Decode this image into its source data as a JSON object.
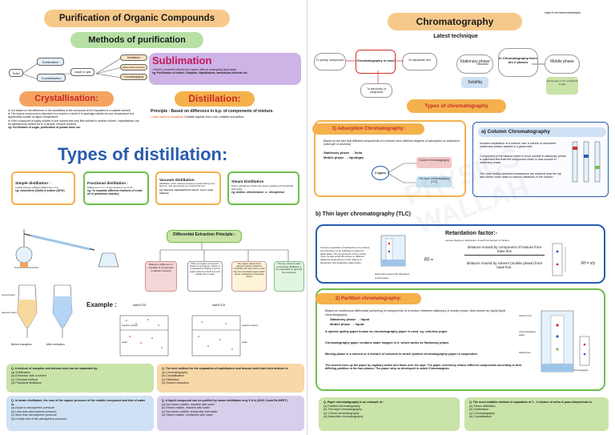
{
  "left": {
    "title": "Purification of Organic Compounds",
    "subtitle": "Methods of purification",
    "mindmap": {
      "center": "Solid",
      "top": "Sublimation",
      "bottom": "Crystallisation",
      "middle": "Liquid or gas",
      "right_items": [
        "Distillation",
        "Differential extraction",
        "Chromatography"
      ]
    },
    "sublimation": {
      "title": "Sublimation",
      "line1": "• Solid is converted directly into vapour without undergoing liquid state.",
      "line2": "eg: Purification of iodine, Camphor, Naphthalene, ammonium chloride etc."
    },
    "crystallisation": {
      "title": "Crystallisation:",
      "points": [
        "➤ It is based on the difference in the solubilities of the compound & the impurities in a suitable solvent.",
        "➤ The impure compound is dissolved in a solvent in which it is sparingly soluble at room temperature but appreciably soluble at higher temperature.",
        "➤ If the compound is highly soluble in one solvent and very little soluble in another solvent, crystallisation can be satisfactorily carried out in a mixture of these solvents.",
        "eg: Purification of sugar, purification of potash alum etc."
      ]
    },
    "distillation": {
      "title": "Distillation:",
      "principle": "Principle : Based on difference in b.p. of components of mixture.",
      "note": "• Also used to separate",
      "note2": "Volatile liquids from non-volatile impurities"
    },
    "types_title": "Types of distillation:",
    "types": [
      {
        "name": "Simple distillation :",
        "desc": "Liquids having sufficient difference in b.p.",
        "eg": "eg: chloroform (334K) & aniline (457K)"
      },
      {
        "name": "Fractional distillation :",
        "desc": "Difference in b.p. of two liquids is not much",
        "eg": "eg: To separate different fractions of crude oil in petroleum industry"
      },
      {
        "name": "Vacuum distillation",
        "desc": "(distillation under reduced pressure) Liquids having very high b.p. and decompose at or below their b.p.",
        "eg": "eg: Glycerol separated from spent - lye in soap industry"
      },
      {
        "name": "Steam Distillation",
        "desc": "Purify substances which are steam volatile and immiscible with water",
        "eg": "eg: Aniline, nitrobenzene, o - nitrophenol"
      }
    ],
    "diff_extraction": {
      "title": "Differential Extraction Principle:-",
      "nodes": [
        "Based on difference in solubility of compounds in different solvents",
        "When an organic compound is present in an aqueous medium, it is separated by shaking it with an organic solvent in which it is more soluble than in water",
        "The organic solvent & the aqueous solution should be immiscible with each other so that they form two distinct layers which can be separated by separating funnel",
        "The org. solvent is later removed by distillation or by evaporation to get back the compound"
      ]
    },
    "example": {
      "label": "Example :",
      "reagent1": "NaHCO3",
      "reagent2": "NaHCO3",
      "phase1": "organic  solvent",
      "phase2": "water",
      "phase3": "organic  solvent",
      "phase4": "water"
    },
    "funnel": {
      "solvent": "solvent layer",
      "aqueous": "aqueous layer",
      "before": "Before extraction",
      "after": "After extraction"
    },
    "questions": [
      {
        "q": "Q. A mixture of camphor and benzoic acid can be separated by:",
        "opts": [
          "(a) Sublimation",
          "(b) Extraction with a solvent",
          "(c) Chemical method",
          "(d) Fractional distillation"
        ]
      },
      {
        "q": "Q. The best method for the separation of naphthalene and benzoic acid from their mixture is:",
        "opts": [
          "(a) Chromatography",
          "(b) Crystallisation",
          "(c) Distillation",
          "(d) Solvent extraction"
        ]
      },
      {
        "q": "Q. In steam distillation, the sum of the vapour pressure of the volatile compound and that of water is:",
        "opts": [
          "(a) Equal to atmospheric pressure",
          "(b) Less than atmospheric pressure",
          "(c) More than atmospheric pressure",
          "(d) Exactly half of the atmospheric pressure"
        ]
      },
      {
        "q": "Q. A liquid compound can be purified by steam distillation only if it is (2020 Covid Re-NEET)",
        "opts": [
          "(a) Not steam volatile, miscible with water",
          "(b) Steam volatile, miscible with water",
          "(c) Not steam volatile, immiscible with water",
          "(d) Steam volatile, immiscible with water"
        ]
      }
    ]
  },
  "right": {
    "url": "https://t.me/neetmedicalhelper",
    "title": "Chromatography",
    "subtitle": "Latest technique",
    "flow": {
      "left": "To purify compound",
      "center": "Chromatography is used",
      "right": "To separate mix",
      "bottom": "To test purity of compound"
    },
    "phases": {
      "stationary": "Stationary phase",
      "center": "In Chromatography there are 2 phases",
      "mobile": "Mobile phase",
      "solid": "Solid/liq",
      "mobile_note": "can be gas or mix of solvents or gas"
    },
    "types_title": "Types of chromatography",
    "adsorption": {
      "title": "1) Adsorption Chromatography:",
      "desc": "Based on the fact that different components of a mixture have different degrees of adsorption on adsorbent (silica gel or alumina)",
      "stationary": "Stationary phase → Solid",
      "mobile": "Mobile phase → liquid/gas",
      "types": "2 types",
      "t1": "Column Chromatography",
      "t2": "Thin layer Chromatography (TLC)"
    },
    "column": {
      "title": "a) Column Chromatography",
      "points": [
        "Involves separation of a mixture over a column of adsorbent (stationary phase) packed in a glass tube.",
        "Component of the mixture which is more soluble in stationary phase is adsorbed first than the component which is less soluble in stationary phase.",
        "The most readily adsorbed substances are retained near the top and others come down to various distances in the column"
      ]
    },
    "tlc": {
      "title": "b) Thin layer chromatography (TLC)",
      "desc": "Involves separation of substances of a mixture over thin layer of an adsorbent coated on glass plate. The components of the mixture move up along with the eluent to different distances depending on their degree of adsorption and separation takes place.",
      "plate": "glass plate (coated with adsorbent)",
      "solvent": "solvent phase"
    },
    "retardation": {
      "title": "Retardation factor:-",
      "desc": "express degree of adsorption of each Component of mixture",
      "rf": "Rf =",
      "num": "distance moved by component of mixture from base line",
      "den": "distance moved by solvent (mobile phase) from base line.",
      "formula": "Rf = x/y"
    },
    "partition": {
      "title": "2) Partition chromatography:",
      "points": [
        "Based on continuous differential portioning of components of a mixture between stationary & mobile phase. Also known as liquid-liquid chromatography",
        "A special quality paper known as chromatography paper is used. eg: cellulose paper",
        "Chromatography paper contains water trapped in it, which works as Stationary phase.",
        "Moving phase is a solvent or a mixture of solvents in which spotted chromatography paper is suspended.",
        "The solvent rises up the paper by capillary action and flows over the spot. The paper selectively retains different components according to their differing partition in the two phases. The paper strip so developed is called Chromatogram"
      ],
      "stationary": "Stationary phase → liquid",
      "mobile": "Mobile phase → liquid",
      "fig_labels": [
        "Solvent front",
        "Chromatography paper",
        "Starting line",
        "Chromatogram"
      ]
    },
    "questions": [
      {
        "q": "Q. Paper chromatography is an example of :",
        "opts": [
          "(a) Partition chromatography",
          "(b) Thin layer chromatography",
          "(c) Column chromatography",
          "(d) Adsorption chromatography"
        ]
      },
      {
        "q": "Q. The most suitable method of separation of 1 : 1 mixture of ortho & para-nitrophenols is",
        "opts": [
          "(a) Steam distillation",
          "(b) Sublimation",
          "(c) Chromatography",
          "(d) Crystallisation"
        ]
      }
    ],
    "watermark": "PHYSICS WALLAH"
  },
  "colors": {
    "title_bg": "#f6c98b",
    "subtitle_bg": "#b7e0a5",
    "sublimation_bg": "#cdb3e6",
    "crystal_bg": "#f4a460",
    "distill_bg": "#f5b14c",
    "green_q": "#c9e3a8",
    "orange_q": "#f8d7a8",
    "blue_q": "#cfe1f5",
    "red": "#d32f2f",
    "blue": "#2a5cae"
  }
}
